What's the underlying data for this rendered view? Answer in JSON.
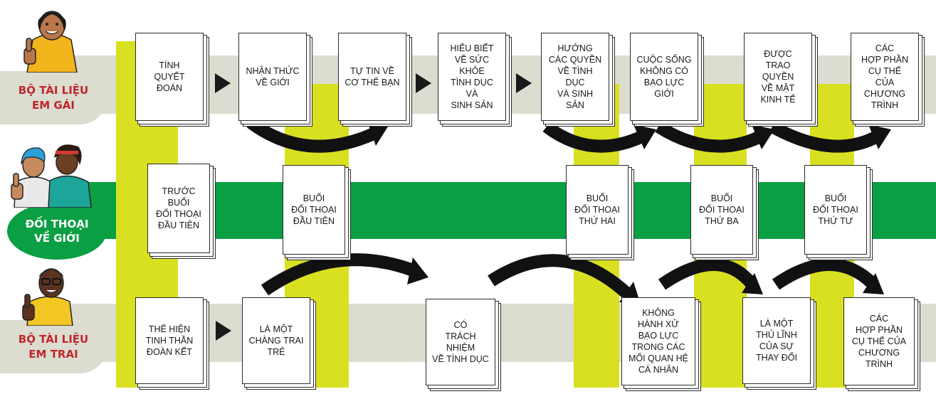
{
  "colors": {
    "accent_green": "#0a9f42",
    "highlight_yellow": "#d9e021",
    "band_gray": "#dcdcd0",
    "label_red": "#c0272d",
    "label_white": "#ffffff",
    "arrow_black": "#111111"
  },
  "rows": {
    "girls": {
      "label": "BỘ TÀI LIỆU\nEM GÁI",
      "avatar_icon": "girl-thumbs-up-icon"
    },
    "dialogue": {
      "label": "ĐỐI THOẠI\nVỀ GIỚI",
      "avatar_icon": "two-youths-thumbs-up-icon"
    },
    "boys": {
      "label": "BỘ TÀI LIỆU\nEM TRAI",
      "avatar_icon": "boy-thumbs-up-icon"
    }
  },
  "girls_modules": [
    "TÍNH\nQUYẾT\nĐOÁN",
    "NHẬN THỨC\nVỀ GIỚI",
    "TỰ TIN VỀ\nCƠ THỂ BẠN",
    "HIỂU BIẾT\nVỀ SỨC KHỎE\nTÌNH DỤC VÀ\nSINH SẢN",
    "HƯỚNG\nCÁC QUYỀN\nVỀ TÌNH DỤC\nVÀ SINH SẢN",
    "CUỘC SỐNG\nKHÔNG CÓ\nBẠO LỰC GIỚI",
    "ĐƯỢC\nTRAO QUYỀN\nVỀ MẶT\nKINH TẾ",
    "CÁC\nHỢP PHẦN\nCỤ THỂ\nCỦA CHƯƠNG\nTRÌNH"
  ],
  "dialogue_sessions": [
    "TRƯỚC BUỔI\nĐỐI THOẠI\nĐẦU TIÊN",
    "BUỔI\nĐỐI THOẠI\nĐẦU TIÊN",
    "BUỔI\nĐỐI THOẠI\nTHỨ HAI",
    "BUỔI\nĐỐI THOẠI\nTHỨ BA",
    "BUỔI\nĐỐI THOẠI\nTHỨ TƯ"
  ],
  "boys_modules": [
    "THỂ HIỆN\nTINH THẦN\nĐOÀN KẾT",
    "LÀ MỘT\nCHÀNG TRAI\nTRẺ",
    "CÓ\nTRÁCH NHIỆM\nVỀ TÌNH DỤC",
    "KHÔNG\nHÀNH XỬ\nBẠO LỰC\nTRONG CÁC\nMỐI QUAN HỆ\nCÁ NHÂN",
    "LÀ MỘT\nTHỦ LĨNH\nCỦA SỰ\nTHAY ĐỔI",
    "CÁC\nHỢP PHẦN\nCỤ THỂ CỦA\nCHƯƠNG\nTRÌNH"
  ]
}
